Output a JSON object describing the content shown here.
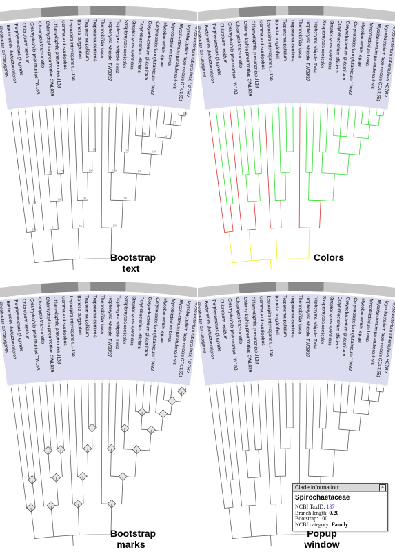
{
  "taxa": [
    "Fibrobacter succinogenes",
    "Bacteroides thetaiotaomicron",
    "Porphyromonas gingivalis",
    "Chlorobium tepidum",
    "Chlamydophila pneumoniae TW183",
    "Chlamydia trachomatis",
    "Chlamydophila pneumoniae CWL029",
    "Chlamydophila pneumoniae J138",
    "Gemmata obscuriglobus",
    "Leptospira interrogans L1-130",
    "Borrelia burgdorferi",
    "Treponema pallidum",
    "Treponema denticola",
    "Thermobifida fusca",
    "Tropheryma whipplei TW08/27",
    "Tropheryma whipplei Twist",
    "Streptomyces coelicolor",
    "Streptomyces avermitilis",
    "Corynebacterium efficiens",
    "Corynebacterium glutamicum",
    "Corynebacterium glutamicum 13032",
    "Mycobacterium leprae",
    "Mycobacterium bovis",
    "Mycobacterium paratuberculosis",
    "Mycobacterium tuberculosis CDC1551",
    "Mycobacterium tuberculosis H37Rv"
  ],
  "panels": [
    {
      "caption_line1": "Bootstrap",
      "caption_line2": "text",
      "mode": "text"
    },
    {
      "caption_line1": "Colors",
      "caption_line2": "",
      "mode": "colors"
    },
    {
      "caption_line1": "Bootstrap",
      "caption_line2": "marks",
      "mode": "marks"
    },
    {
      "caption_line1": "Popup",
      "caption_line2": "window",
      "mode": "popup"
    }
  ],
  "bootstrap_values": [
    "93",
    "100",
    "87",
    "72",
    "100",
    "64",
    "98",
    "100",
    "81",
    "55",
    "100",
    "90"
  ],
  "popup": {
    "header": "Clade information:",
    "close_glyph": "×",
    "title": "Spirochaetaceae",
    "taxid_label": "NCBI TaxID:",
    "taxid_value": "137",
    "branch_label": "Branch length:",
    "branch_value": "0.20",
    "bootstrap_label": "Bootstrap:",
    "bootstrap_value": "100",
    "category_label": "NCBI category:",
    "category_value": "Family"
  },
  "colors": {
    "label_band": "#dcdcf0",
    "header_dark": "#8a8a8a",
    "header_light": "#c8c8c8",
    "branch": "#606060",
    "color_green": "#33dd33",
    "color_yellow": "#eeee22",
    "color_red": "#dd3333",
    "color_orange": "#ff9933"
  }
}
